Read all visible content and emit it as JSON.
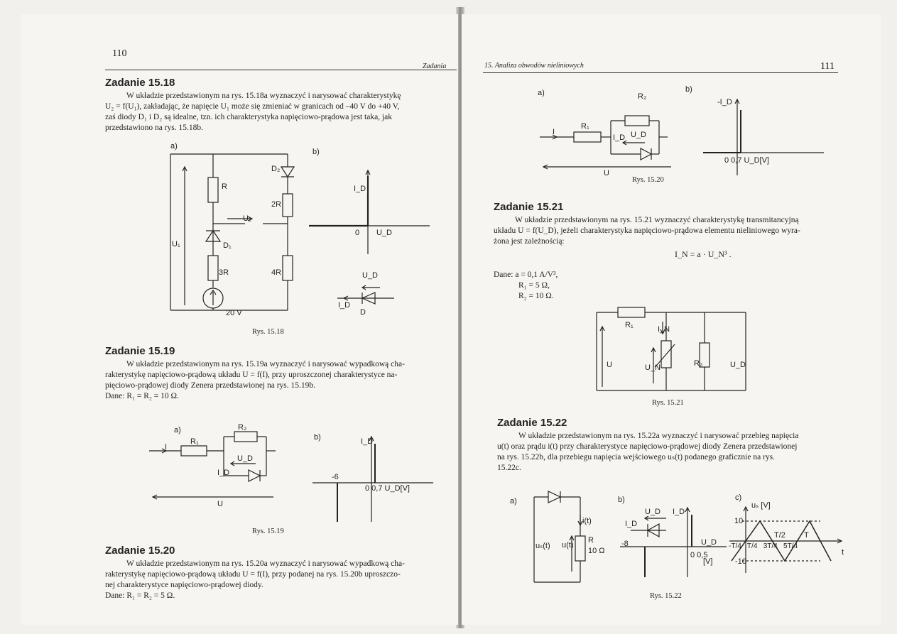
{
  "left": {
    "page_number": "110",
    "running_head": "Zadania",
    "z1518": {
      "title": "Zadanie 15.18",
      "l1": "W układzie przedstawionym na rys. 15.18a wyznaczyć i narysować charakterystykę",
      "l2": "U₂ = f(U₁), zakładając, że napięcie U₁ może się zmieniać w granicach od –40 V do +40 V,",
      "l3": "zaś diody D₁ i D₂ są idealne, tzn. ich charakterystyka napięciowo-prądowa jest taka, jak",
      "l4": "przedstawiono na rys. 15.18b.",
      "caption": "Rys. 15.18",
      "labels": {
        "a": "a)",
        "b": "b)",
        "R": "R",
        "2R": "2R",
        "3R": "3R",
        "4R": "4R",
        "D1": "D₁",
        "D2": "D₂",
        "U1": "U₁",
        "U2": "U₂",
        "src": "20 V",
        "ID": "I_D",
        "zero": "0",
        "UD": "U_D",
        "UD2": "U_D",
        "ID2": "I_D",
        "D": "D"
      }
    },
    "z1519": {
      "title": "Zadanie 15.19",
      "l1": "W układzie przedstawionym na rys. 15.19a wyznaczyć i narysować wypadkową cha-",
      "l2": "rakterystykę napięciowo-prądową układu U = f(I), przy uproszczonej charakterystyce na-",
      "l3": "pięciowo-prądowej diody Zenera przedstawionej na rys. 15.19b.",
      "l4": "Dane: R₁ = R₂ = 10 Ω.",
      "caption": "Rys. 15.19",
      "labels": {
        "a": "a)",
        "b": "b)",
        "I": "I",
        "R1": "R₁",
        "R2": "R₂",
        "ID": "I_D",
        "UD": "U_D",
        "U": "U",
        "ID2": "I_D",
        "m6": "-6",
        "axis": "0 0,7 U_D[V]"
      }
    },
    "z1520": {
      "title": "Zadanie 15.20",
      "l1": "W układzie przedstawionym na rys. 15.20a wyznaczyć i narysować wypadkową cha-",
      "l2": "rakterystykę napięciowo-prądową układu U = f(I), przy podanej na rys. 15.20b uproszczo-",
      "l3": "nej charakterystyce napięciowo-prądowej diody.",
      "l4": "Dane: R₁ = R₂ = 5 Ω."
    }
  },
  "right": {
    "running_head": "15. Analiza obwodów nieliniowych",
    "page_number": "111",
    "fig1520": {
      "caption": "Rys. 15.20",
      "labels": {
        "a": "a)",
        "b": "b)",
        "R2": "R₂",
        "R1": "R₁",
        "I": "I",
        "ID": "I_D",
        "UD": "U_D",
        "U": "U",
        "mID": "-I_D",
        "axis": "0 0,7 U_D[V]"
      }
    },
    "z1521": {
      "title": "Zadanie 15.21",
      "l1": "W układzie przedstawionym na rys. 15.21 wyznaczyć charakterystykę transmitancyjną",
      "l2": "układu U = f(U_D), jeżeli charakterystyka napięciowo-prądowa elementu nieliniowego wyra-",
      "l3": "żona jest zależnością:",
      "formula": "I_N = a · U_N³ .",
      "d1": "Dane: a = 0,1 A/V³,",
      "d2": "R₁ = 5 Ω,",
      "d3": "R₂ = 10 Ω.",
      "caption": "Rys. 15.21",
      "labels": {
        "R1": "R₁",
        "IN": "I_N",
        "U": "U",
        "UN": "U_N",
        "R2": "R₂",
        "UD": "U_D"
      }
    },
    "z1522": {
      "title": "Zadanie 15.22",
      "l1": "W układzie przedstawionym na rys. 15.22a wyznaczyć i narysować przebieg napięcia",
      "l2": "u(t) oraz prądu i(t) przy charakterystyce napięciowo-prądowej diody Zenera przedstawionej",
      "l3": "na rys. 15.22b, dla przebiegu napięcia wejściowego uₛ(t) podanego graficznie na rys.",
      "l4": "15.22c.",
      "caption": "Rys. 15.22",
      "labels": {
        "a": "a)",
        "b": "b)",
        "c": "c)",
        "it": "i(t)",
        "us": "uₛ(t)",
        "ut": "u(t)",
        "R": "R",
        "ohm": "10 Ω",
        "UD": "U_D",
        "ID": "I_D",
        "ID2": "I_D",
        "m8": "-8",
        "UD2": "U_D",
        "axis": "0 0,5",
        "V": "[V]",
        "usV": "uₛ [V]",
        "p10": "10",
        "m10": "-10",
        "T2": "T/2",
        "T": "T",
        "ticks": "-T/4   T/4   3T/4   5T/4",
        "t": "t"
      }
    }
  }
}
